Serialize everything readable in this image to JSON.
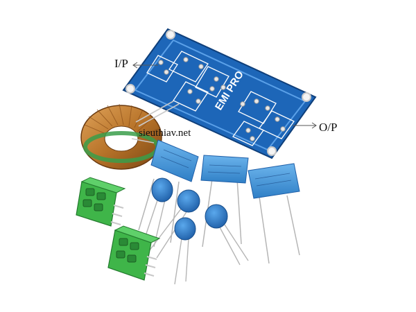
{
  "labels": {
    "input": "I/P",
    "output": "O/P",
    "watermark": "sieuthiav.net"
  },
  "board": {
    "brand": "EMI PRO"
  },
  "colors": {
    "pcb": "#1d66b8",
    "pcb_trace": "#5aa0e8",
    "copper_coil": "#b8742a",
    "terminal_block": "#3fb549",
    "x2_capacitor": "#3a8fd4",
    "varistor": "#2f7fc6",
    "background": "#ffffff"
  }
}
